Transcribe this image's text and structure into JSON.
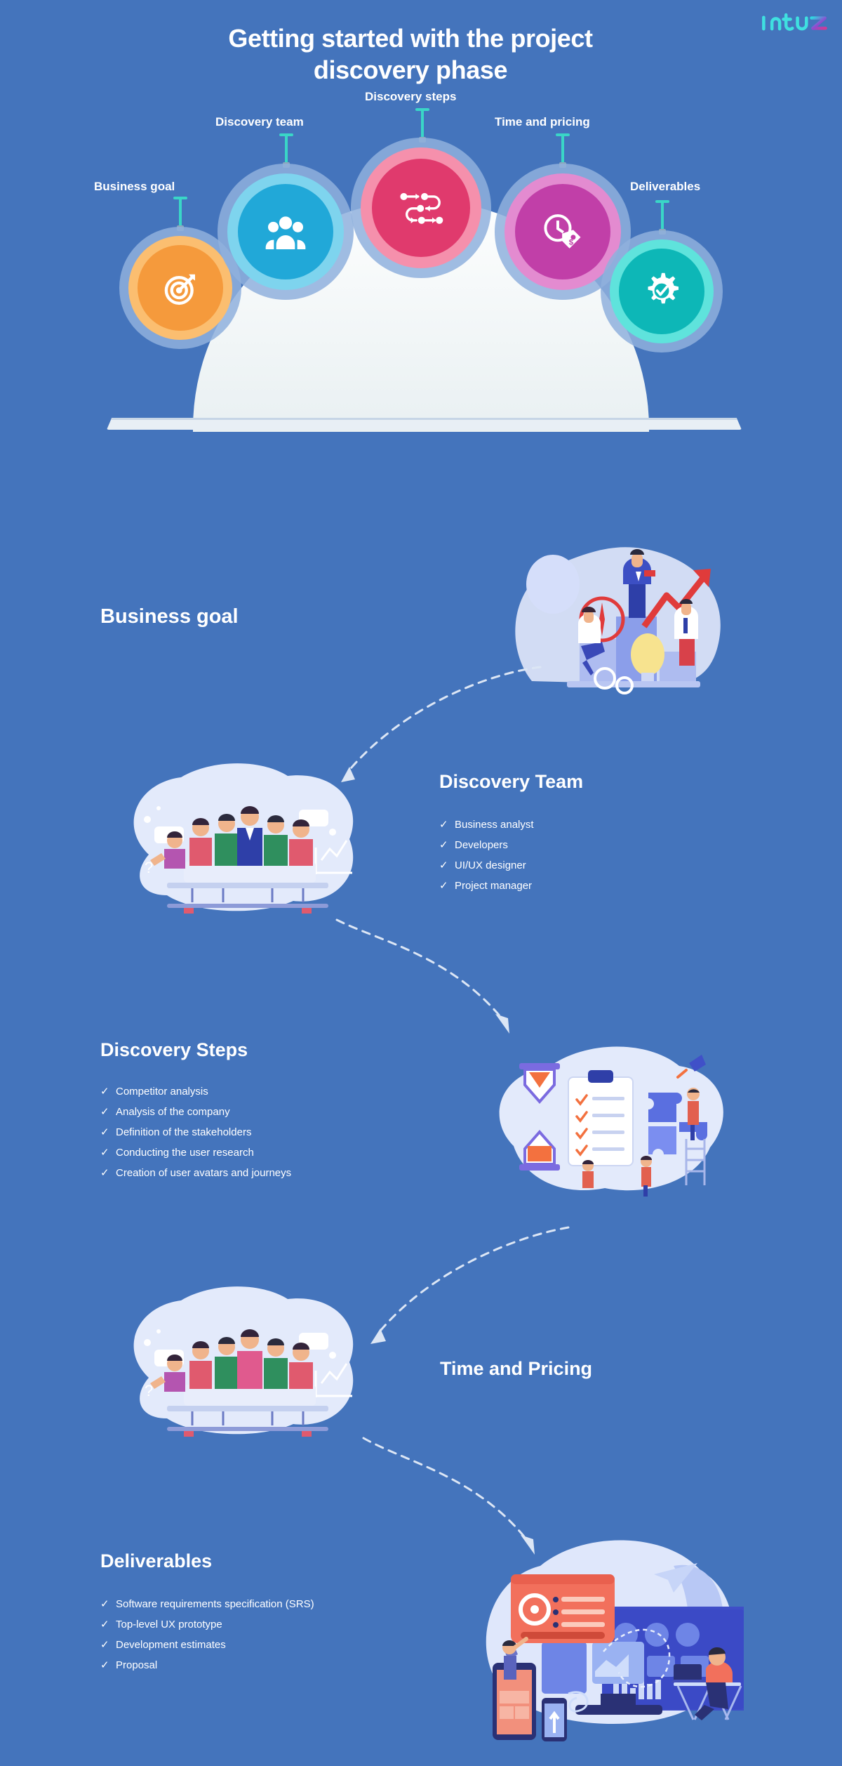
{
  "brand": {
    "logo_text": "Intuz",
    "logo_color": "#3fe0e0",
    "logo_accent_color": "#c0399a",
    "background_color": "#4474bc",
    "accent_teal": "#3ad6c7"
  },
  "header": {
    "title_line1": "Getting started with the project",
    "title_line2": "discovery phase"
  },
  "diagram": {
    "bubbles": [
      {
        "label": "Business goal",
        "icon": "target-icon",
        "core_color": "#f59a3c",
        "mid_color": "#fbbe70",
        "halo_color": "#8fb0dd"
      },
      {
        "label": "Discovery team",
        "icon": "people-group-icon",
        "core_color": "#21a8d8",
        "mid_color": "#7ed4ee",
        "halo_color": "#8fb0dd"
      },
      {
        "label": "Discovery steps",
        "icon": "flow-steps-icon",
        "core_color": "#e03a6d",
        "mid_color": "#f590ac",
        "halo_color": "#8fb0dd"
      },
      {
        "label": "Time and pricing",
        "icon": "clock-price-tag-icon",
        "core_color": "#c13fa8",
        "mid_color": "#e38bd0",
        "halo_color": "#8fb0dd"
      },
      {
        "label": "Deliverables",
        "icon": "gear-check-icon",
        "core_color": "#0db7b7",
        "mid_color": "#5fe3dc",
        "halo_color": "#8fb0dd"
      }
    ]
  },
  "sections": [
    {
      "id": "business-goal",
      "title": "Business goal",
      "items": [],
      "illustration": "business-goal-illustration"
    },
    {
      "id": "discovery-team",
      "title": "Discovery Team",
      "items": [
        "Business analyst",
        "Developers",
        "UI/UX designer",
        "Project manager"
      ],
      "illustration": "team-meeting-illustration"
    },
    {
      "id": "discovery-steps",
      "title": "Discovery Steps",
      "items": [
        "Competitor analysis",
        "Analysis of the company",
        "Definition of the stakeholders",
        "Conducting the user research",
        "Creation of user avatars and journeys"
      ],
      "illustration": "hourglass-checklist-puzzle-illustration"
    },
    {
      "id": "time-and-pricing",
      "title": "Time and Pricing",
      "items": [],
      "illustration": "team-meeting-illustration"
    },
    {
      "id": "deliverables",
      "title": "Deliverables",
      "items": [
        "Software requirements specification (SRS)",
        "Top-level UX prototype",
        "Development estimates",
        "Proposal"
      ],
      "illustration": "devices-dashboard-illustration"
    }
  ],
  "bullet_marker": "✓"
}
